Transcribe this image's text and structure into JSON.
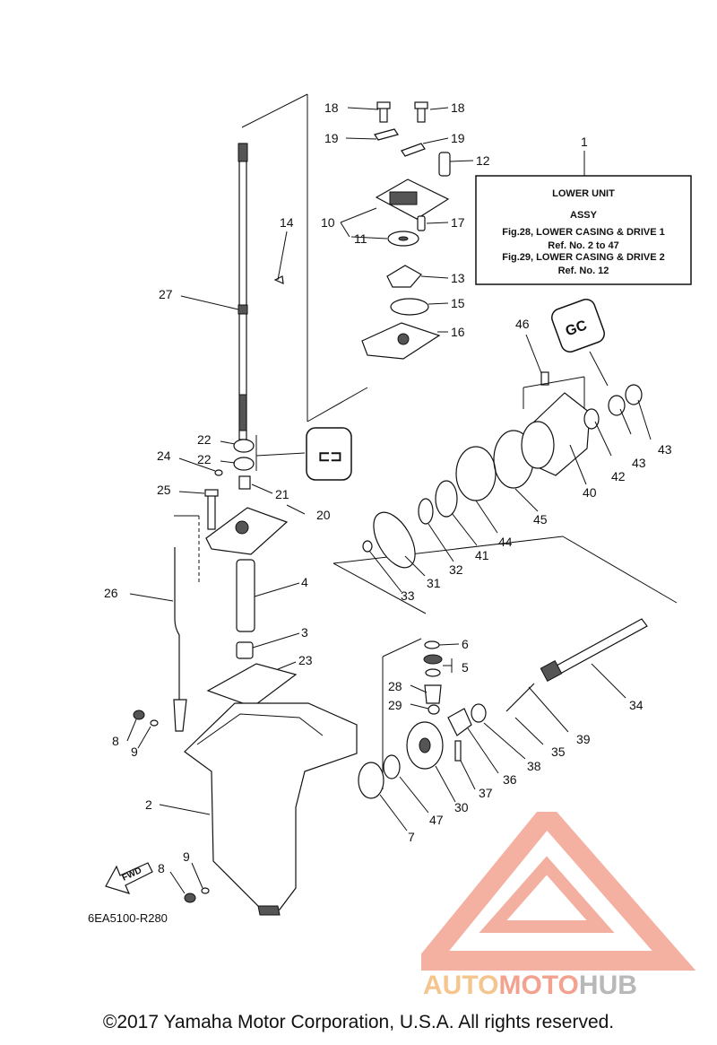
{
  "assy_box": {
    "callout": "1",
    "line1": "LOWER UNIT",
    "line2": "ASSY",
    "line3": "Fig.28, LOWER CASING & DRIVE 1",
    "line4": "Ref. No. 2 to 47",
    "line5": "Fig.29, LOWER CASING & DRIVE 2",
    "line6": "Ref. No. 12"
  },
  "callouts": [
    "18",
    "18",
    "19",
    "19",
    "12",
    "10",
    "11",
    "17",
    "13",
    "15",
    "16",
    "14",
    "27",
    "22",
    "22",
    "24",
    "25",
    "21",
    "20",
    "46",
    "43",
    "43",
    "42",
    "40",
    "45",
    "44",
    "41",
    "32",
    "31",
    "33",
    "26",
    "4",
    "3",
    "6",
    "5",
    "23",
    "28",
    "29",
    "39",
    "34",
    "35",
    "38",
    "36",
    "37",
    "30",
    "47",
    "7",
    "8",
    "9",
    "2",
    "8",
    "9"
  ],
  "icons": {
    "gear_case_icon": "GC",
    "grease_icon": "grease-icon",
    "fwd_arrow": "FWD"
  },
  "diagram_code": "6EA5100-R280",
  "watermark": {
    "part1": "AUTO",
    "part2": "MOTO",
    "part3": "HUB"
  },
  "colors": {
    "watermark_orange": "#f5c58e",
    "watermark_red": "#f2a28f",
    "watermark_gray": "#b8b8b8"
  },
  "copyright": "©2017 Yamaha Motor Corporation, U.S.A. All rights reserved."
}
